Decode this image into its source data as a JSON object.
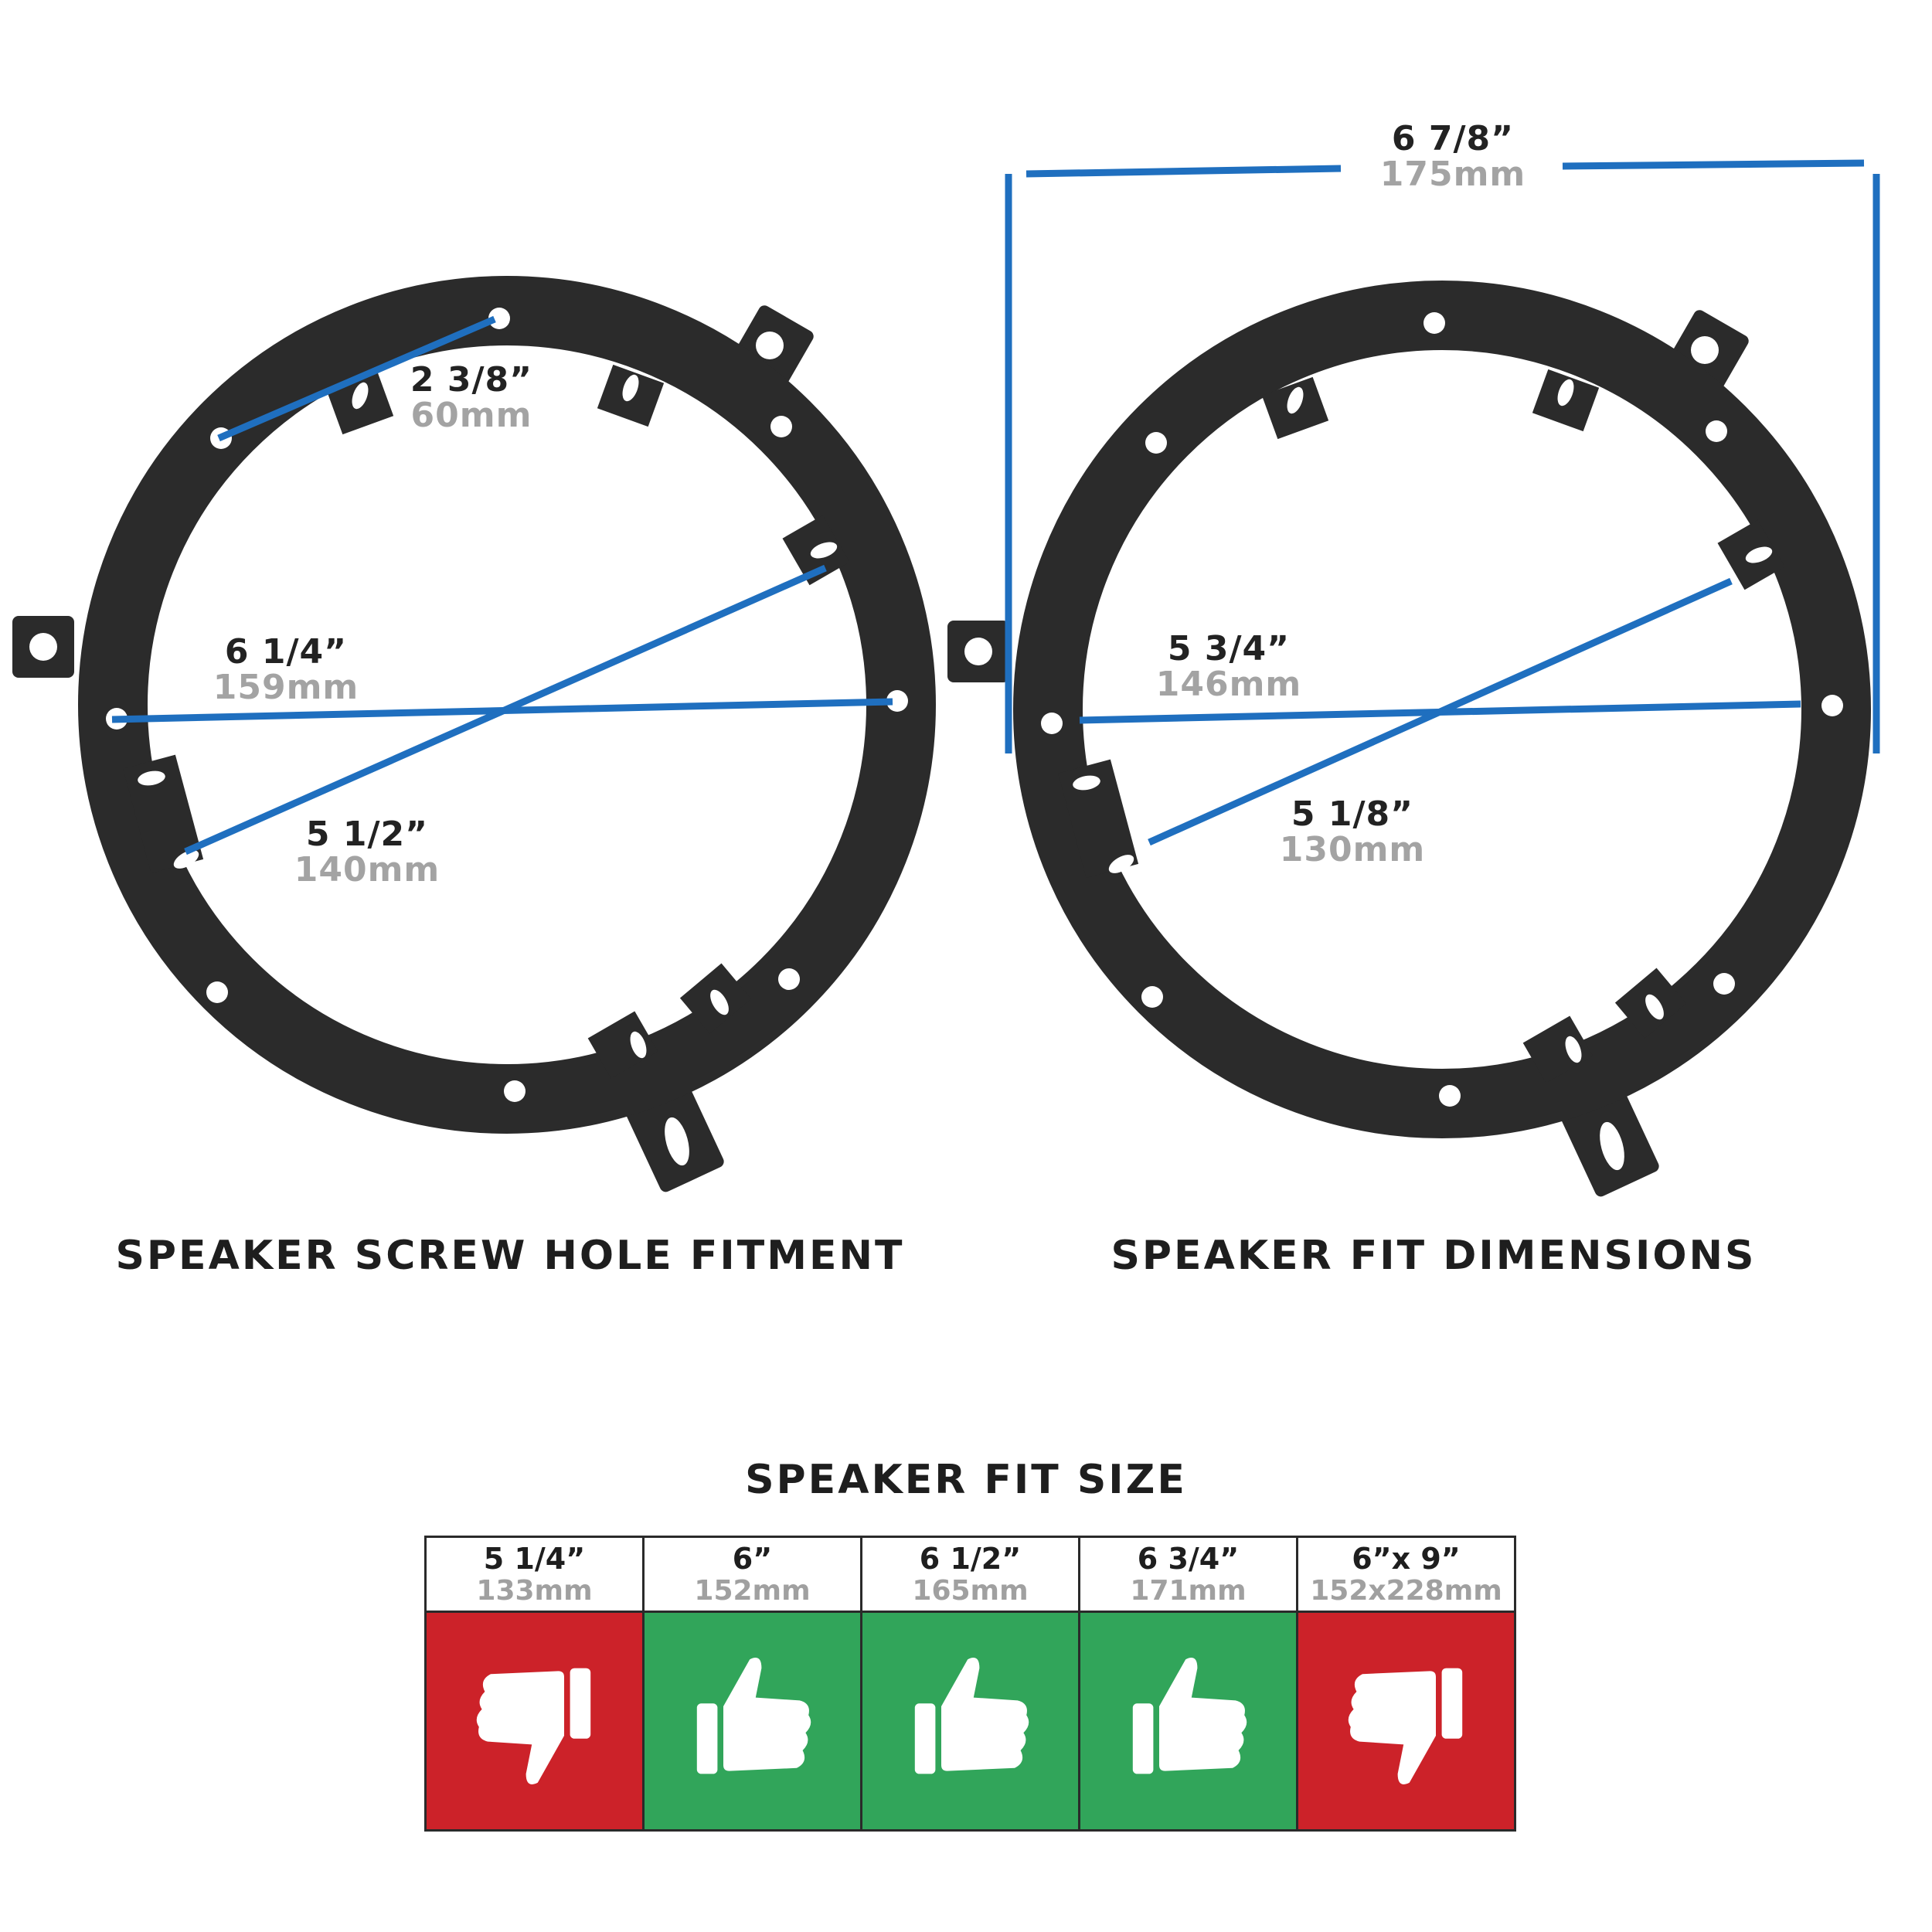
{
  "left_diagram": {
    "caption": "SPEAKER SCREW HOLE FITMENT",
    "measurements": [
      {
        "inches": "2 3/8”",
        "mm": "60mm"
      },
      {
        "inches": "6 1/4”",
        "mm": "159mm"
      },
      {
        "inches": "5 1/2”",
        "mm": "140mm"
      }
    ]
  },
  "right_diagram": {
    "caption": "SPEAKER FIT DIMENSIONS",
    "measurements": [
      {
        "inches": "6 7/8”",
        "mm": "175mm"
      },
      {
        "inches": "5 3/4”",
        "mm": "146mm"
      },
      {
        "inches": "5 1/8”",
        "mm": "130mm"
      }
    ]
  },
  "fit_table": {
    "title": "SPEAKER FIT SIZE",
    "columns": [
      {
        "inches": "5 1/4”",
        "mm": "133mm",
        "fits": false,
        "icon": "thumbs-down-icon"
      },
      {
        "inches": "6”",
        "mm": "152mm",
        "fits": true,
        "icon": "thumbs-up-icon"
      },
      {
        "inches": "6 1/2”",
        "mm": "165mm",
        "fits": true,
        "icon": "thumbs-up-icon"
      },
      {
        "inches": "6 3/4”",
        "mm": "171mm",
        "fits": true,
        "icon": "thumbs-up-icon"
      },
      {
        "inches": "6”x 9”",
        "mm": "152x228mm",
        "fits": false,
        "icon": "thumbs-down-icon"
      }
    ]
  },
  "colors": {
    "measure_line": "#1f6fbf",
    "ring": "#2b2b2b",
    "fit_yes": "#31a55a",
    "fit_no": "#cc2229",
    "text_dark": "#1e1e1e",
    "text_mm": "#a3a3a3"
  }
}
